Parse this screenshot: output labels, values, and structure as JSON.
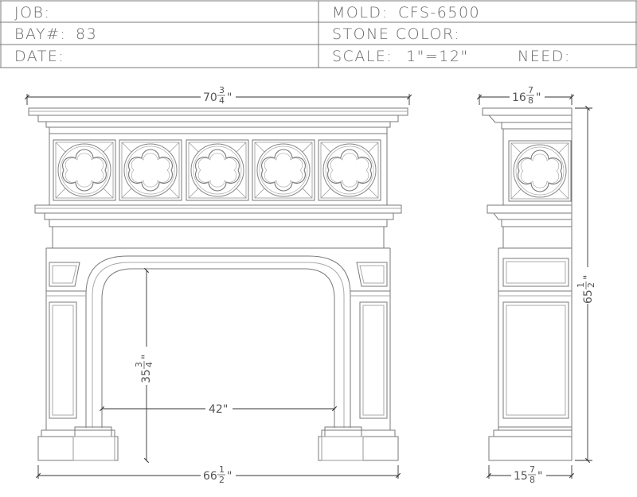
{
  "title_block": {
    "job_label": "JOB:",
    "bay_label": "BAY#:",
    "bay_value": "83",
    "date_label": "DATE:",
    "mold_label": "MOLD:",
    "mold_value": "CFS-6500",
    "stone_color_label": "STONE COLOR:",
    "scale_label": "SCALE:",
    "scale_value": "1\"=12\"",
    "need_label": "NEED:"
  },
  "dimensions": {
    "front_width_whole": "70",
    "front_width_num": "3",
    "front_width_den": "4",
    "front_width_unit": "\"",
    "opening_height_whole": "35",
    "opening_height_num": "3",
    "opening_height_den": "4",
    "opening_height_unit": "\"",
    "opening_width": "42\"",
    "base_width_whole": "66",
    "base_width_num": "1",
    "base_width_den": "2",
    "base_width_unit": "\"",
    "side_top_depth_whole": "16",
    "side_top_depth_num": "7",
    "side_top_depth_den": "8",
    "side_top_depth_unit": "\"",
    "side_height_whole": "65",
    "side_height_num": "1",
    "side_height_den": "2",
    "side_height_unit": "\"",
    "side_base_depth_whole": "15",
    "side_base_depth_num": "7",
    "side_base_depth_den": "8",
    "side_base_depth_unit": "\""
  },
  "colors": {
    "line": "#7a7a7a",
    "text": "#6a6a6a"
  }
}
